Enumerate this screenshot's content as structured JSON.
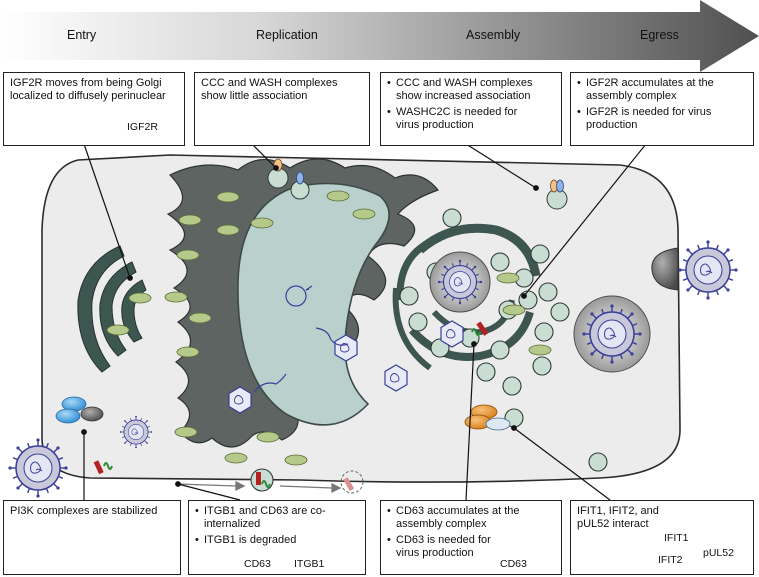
{
  "stages": [
    "Entry",
    "Replication",
    "Assembly",
    "Egress"
  ],
  "panels": {
    "entry": {
      "text": "IGF2R moves from being Golgi localized to diffusely perinuclear",
      "badge": "IGF2R"
    },
    "replication": {
      "text": "CCC and WASH complexes show little association"
    },
    "assembly": {
      "bullets": [
        "CCC and WASH complexes show increased association",
        "WASHC2C is needed for virus production"
      ]
    },
    "egress": {
      "bullets": [
        "IGF2R accumulates at the assembly complex",
        "IGF2R is needed for virus production"
      ]
    },
    "pi3k": {
      "text": "PI3K complexes are stabilized"
    },
    "itgb1": {
      "bullets": [
        "ITGB1 and CD63 are co-internalized",
        "ITGB1 is degraded"
      ],
      "legend": [
        "CD63",
        "ITGB1"
      ]
    },
    "cd63": {
      "bullets": [
        "CD63 accumulates at the assembly complex",
        "CD63 is needed for virus production"
      ],
      "legend": "CD63"
    },
    "ifit": {
      "text": "IFIT1, IFIT2, and pUL52 interact",
      "proteins": [
        "IFIT1",
        "IFIT2",
        "pUL52"
      ]
    }
  },
  "colors": {
    "arrow_dark": "#555555",
    "cell_fill": "#ececec",
    "nucleus": "#b9d0cc",
    "golgi": "#3e5650",
    "er": "#5e6462",
    "vesicle": "#c9ddd3",
    "igf2r_green": "#b5c98a",
    "itgb1_red": "#b22222",
    "cd63_green": "#2e8b3a",
    "virus_blue": "#3a3f9a",
    "ifit_orange": "#e08a22"
  },
  "icons": [
    "virus-particle-icon",
    "vesicle-icon",
    "dna-circle-icon",
    "capsid-icon",
    "complex-icon"
  ]
}
